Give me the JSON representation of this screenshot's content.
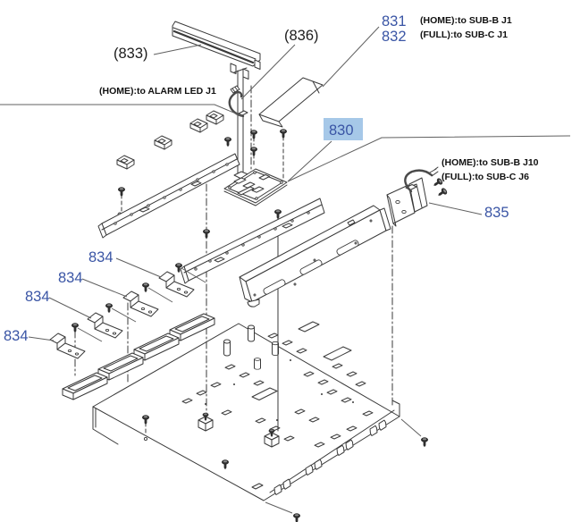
{
  "diagram": {
    "type": "exploded-parts-diagram",
    "background": "#ffffff",
    "line_color": "#3a3a3a",
    "accent_blue": "#3a55a5",
    "highlight_color": "#a6c8e8"
  },
  "labels": {
    "part833": "(833)",
    "part836": "(836)",
    "part831": "831",
    "part832": "832",
    "part830": "830",
    "part835": "835",
    "part834_1": "834",
    "part834_2": "834",
    "part834_3": "834",
    "part834_4": "834"
  },
  "annotations": {
    "alarm_led": "(HOME):to ALARM LED J1",
    "home_831": "(HOME):to SUB-B J1",
    "full_832": "(FULL):to SUB-C J1",
    "home_835": "(HOME):to SUB-B J10",
    "full_835": "(FULL):to SUB-C J6"
  }
}
